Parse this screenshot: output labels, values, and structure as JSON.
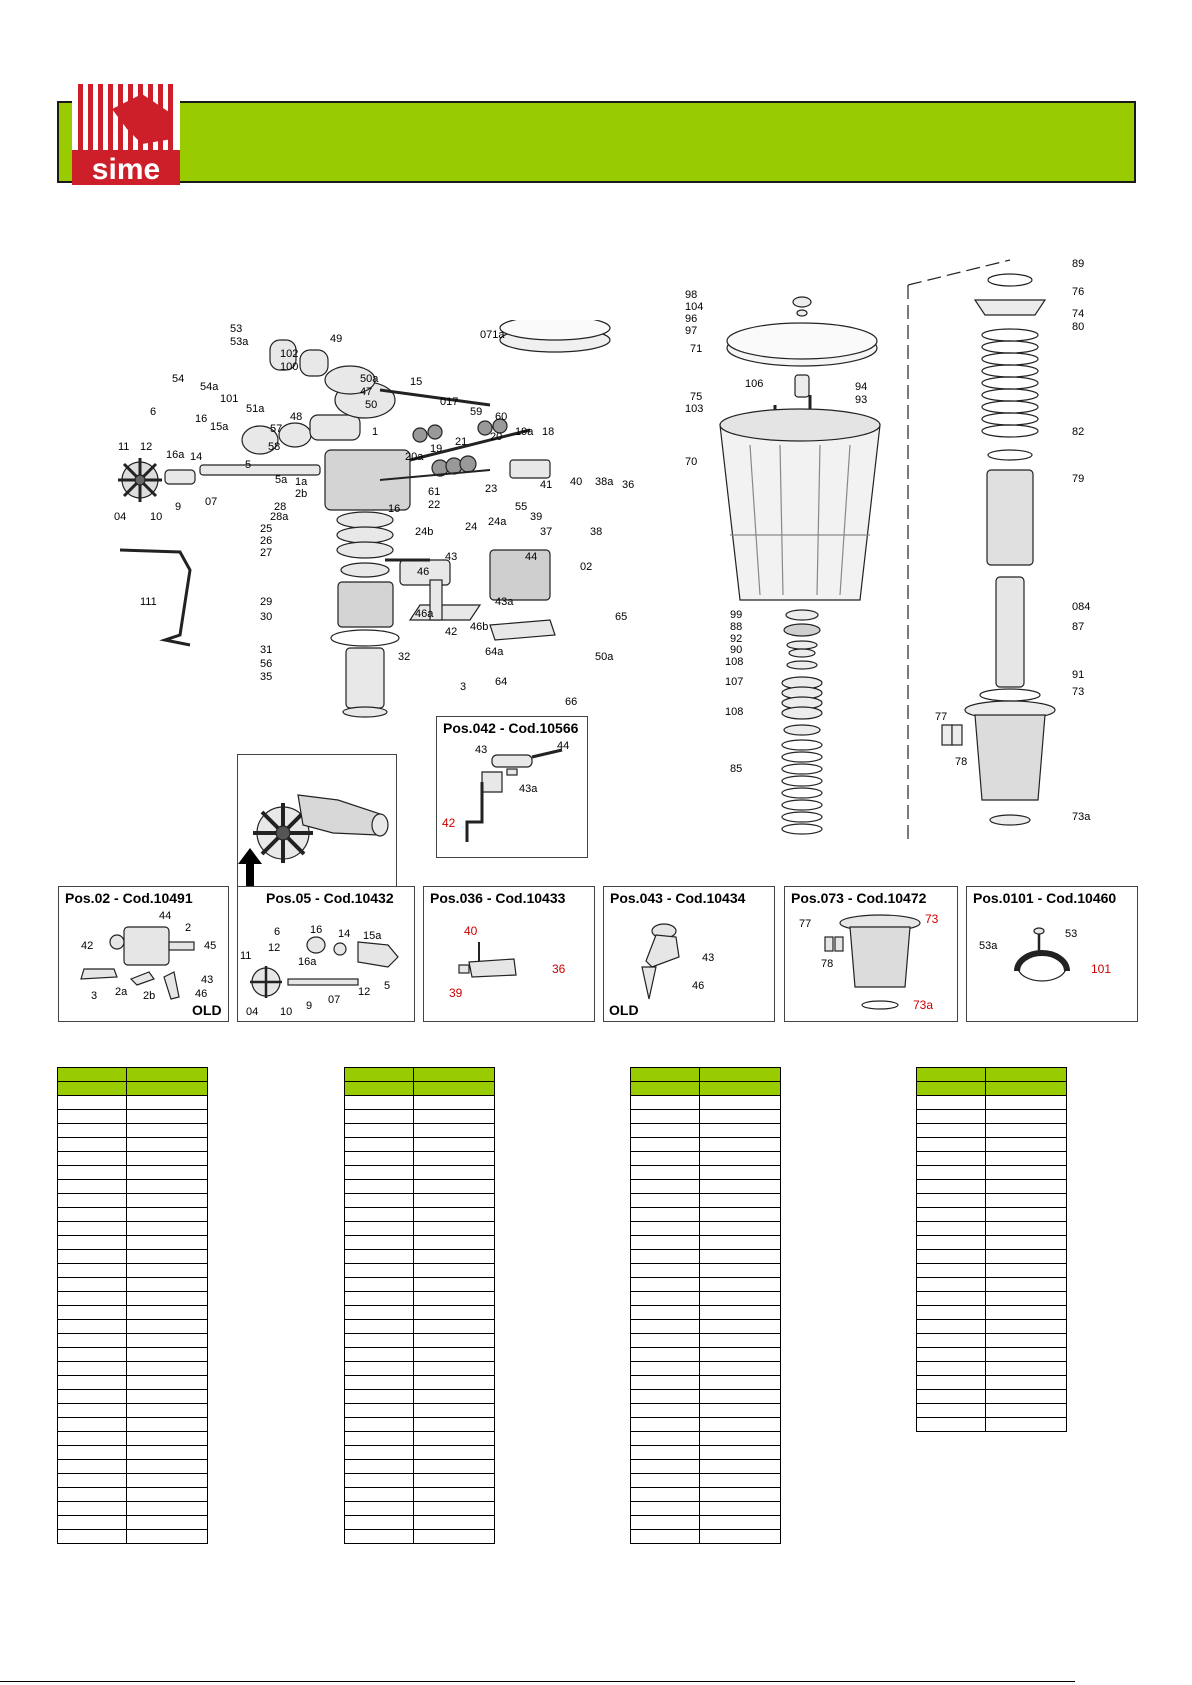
{
  "brand": {
    "logo_text": "sime",
    "colors": {
      "green": "#99cc00",
      "red": "#cc1f2a",
      "dark": "#1a1a1a"
    }
  },
  "main_diagram": {
    "callouts": [
      "53",
      "53a",
      "102",
      "100",
      "49",
      "54",
      "54a",
      "101",
      "51a",
      "50a",
      "47",
      "50",
      "48",
      "6",
      "16",
      "15a",
      "57",
      "58",
      "5a",
      "1a",
      "2b",
      "16a",
      "14",
      "1",
      "12",
      "11",
      "9",
      "07",
      "5",
      "28",
      "28a",
      "25",
      "26",
      "27",
      "04",
      "10",
      "15",
      "017",
      "59",
      "60",
      "20",
      "19a",
      "18",
      "21",
      "19",
      "20a",
      "61",
      "22",
      "23",
      "24",
      "24a",
      "24b",
      "16",
      "41",
      "40",
      "38a",
      "36",
      "39",
      "37",
      "38",
      "55",
      "071a",
      "43",
      "44",
      "02",
      "46",
      "43a",
      "46a",
      "46b",
      "42",
      "3",
      "64a",
      "64",
      "65",
      "50a",
      "66",
      "111",
      "29",
      "30",
      "31",
      "56",
      "35",
      "32"
    ]
  },
  "right_diagram": {
    "callouts_left": [
      "98",
      "104",
      "96",
      "97",
      "71",
      "106",
      "75",
      "103",
      "70",
      "99",
      "88",
      "92",
      "90",
      "108",
      "107",
      "108",
      "85"
    ],
    "callouts_mid": [
      "94",
      "93"
    ],
    "callouts_right": [
      "89",
      "76",
      "74",
      "80",
      "82",
      "79",
      "084",
      "87",
      "91",
      "73",
      "77",
      "78",
      "73a"
    ]
  },
  "inset_042": {
    "title": "Pos.042 - Cod.10566",
    "labels": [
      "43",
      "44",
      "43a"
    ],
    "red_labels": [
      "42"
    ]
  },
  "insets": [
    {
      "title": "Pos.02 - Cod.10491",
      "labels": [
        "44",
        "2",
        "42",
        "45",
        "3",
        "2a",
        "2b",
        "43",
        "46"
      ],
      "red_labels": [],
      "old": "OLD"
    },
    {
      "title": "Pos.05 - Cod.10432",
      "labels": [
        "6",
        "16",
        "14",
        "15a",
        "11",
        "12",
        "16a",
        "04",
        "10",
        "9",
        "07",
        "12",
        "5"
      ],
      "red_labels": [],
      "old": ""
    },
    {
      "title": "Pos.036 - Cod.10433",
      "labels": [],
      "red_labels": [
        "40",
        "36",
        "39"
      ],
      "old": ""
    },
    {
      "title": "Pos.043 - Cod.10434",
      "labels": [
        "43",
        "46"
      ],
      "red_labels": [],
      "old": "OLD"
    },
    {
      "title": "Pos.073 - Cod.10472",
      "labels": [
        "77",
        "78"
      ],
      "red_labels": [
        "73",
        "73a"
      ],
      "old": ""
    },
    {
      "title": "Pos.0101 - Cod.10460",
      "labels": [
        "53",
        "53a"
      ],
      "red_labels": [
        "101"
      ],
      "old": ""
    }
  ]
}
